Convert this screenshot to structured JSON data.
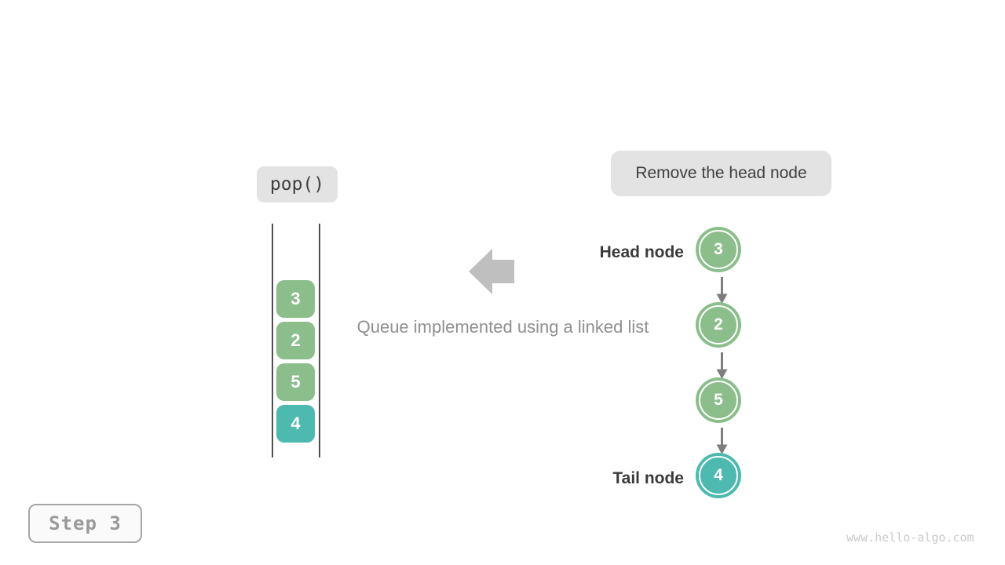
{
  "operation": {
    "label": "pop()"
  },
  "callout": {
    "text": "Remove the head node"
  },
  "caption": {
    "text": "Queue implemented using a linked list"
  },
  "stack": {
    "items": [
      {
        "value": "3",
        "color": "#8CBE8C"
      },
      {
        "value": "2",
        "color": "#8CBE8C"
      },
      {
        "value": "5",
        "color": "#8CBE8C"
      },
      {
        "value": "4",
        "color": "#4DB9AF"
      }
    ]
  },
  "linked_list": {
    "head_label": "Head node",
    "tail_label": "Tail node",
    "nodes": [
      {
        "value": "3",
        "color": "#8CBE8C"
      },
      {
        "value": "2",
        "color": "#8CBE8C"
      },
      {
        "value": "5",
        "color": "#8CBE8C"
      },
      {
        "value": "4",
        "color": "#4DB9AF"
      }
    ]
  },
  "footer": {
    "step_label": "Step 3",
    "watermark": "www.hello-algo.com"
  },
  "colors": {
    "node_green": "#8CBE8C",
    "node_teal": "#4DB9AF",
    "label_box_bg": "#e3e3e3",
    "block_arrow_gray": "#bfbfbf",
    "connector_gray": "#7d7d7d",
    "wall_gray": "#4f4f4f"
  }
}
